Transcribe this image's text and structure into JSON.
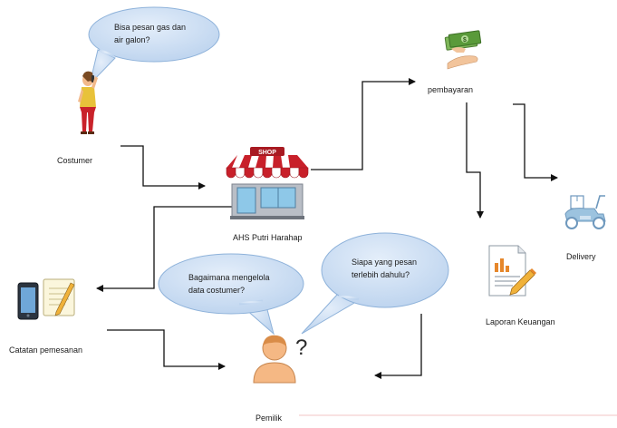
{
  "nodes": {
    "costumer": {
      "label": "Costumer",
      "icon": "woman-on-phone-icon"
    },
    "shop": {
      "label": "AHS Putri Harahap",
      "icon": "shop-icon",
      "sign": "SHOP"
    },
    "payment": {
      "label": "pembayaran",
      "icon": "money-hand-icon",
      "currency_symbol": "$"
    },
    "delivery": {
      "label": "Delivery",
      "icon": "delivery-scooter-icon"
    },
    "finance": {
      "label": "Laporan Keuangan",
      "icon": "report-document-icon"
    },
    "notes": {
      "label": "Catatan pemesanan",
      "icon": "phone-notepad-icon"
    },
    "owner": {
      "label": "Pemilik",
      "icon": "person-question-icon",
      "mark": "?"
    }
  },
  "bubbles": {
    "customer_question": {
      "lines": [
        "Bisa pesan gas dan",
        "air galon?"
      ]
    },
    "owner_question_1": {
      "lines": [
        "Bagaimana mengelola",
        "data costumer?"
      ]
    },
    "owner_question_2": {
      "lines": [
        "Siapa yang pesan",
        "terlebih dahulu?"
      ]
    }
  },
  "colors": {
    "bubble_fill": "#cfe0f3",
    "bubble_stroke": "#8eb2da",
    "arrow": "#111111",
    "shop_awning_red": "#c8202a",
    "shop_window_blue": "#8ec8e8",
    "money_green": "#5a9a3a",
    "hand_skin": "#f2c49b",
    "delivery_blue": "#9cc3df",
    "report_orange": "#e6872b",
    "person_skin": "#f5b884",
    "woman_dress": "#c9222a"
  }
}
